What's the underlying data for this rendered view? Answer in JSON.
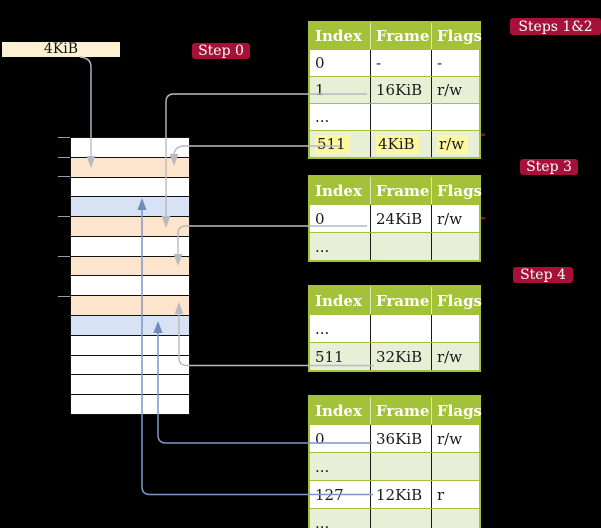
{
  "colors": {
    "background": "#000000",
    "free": "#ffffff",
    "warm": "#fce5cc",
    "cool": "#d7e3f4",
    "table_green": "#a4c239",
    "row_shade": "#e8efd7",
    "highlight_yellow": "#fcf8a2",
    "badge_red": "#a6113a",
    "gray_line": "#b9b9c1",
    "blue_line": "#7c97c7",
    "label_cream": "#fcf1d3"
  },
  "size_label": {
    "text": "4KiB"
  },
  "badges": {
    "step0": "Step 0",
    "steps12": "Steps 1&2",
    "step3": "Step 3",
    "step4": "Step 4"
  },
  "memory": {
    "frames": [
      {
        "fill": "free"
      },
      {
        "fill": "warm"
      },
      {
        "fill": "free"
      },
      {
        "fill": "cool"
      },
      {
        "fill": "warm"
      },
      {
        "fill": "free"
      },
      {
        "fill": "warm"
      },
      {
        "fill": "free"
      },
      {
        "fill": "warm"
      },
      {
        "fill": "cool"
      },
      {
        "fill": "free"
      },
      {
        "fill": "free"
      },
      {
        "fill": "free"
      },
      {
        "fill": "free"
      }
    ]
  },
  "tables": [
    {
      "name": "page-table-steps-1-2",
      "headers": [
        "Index",
        "Frame",
        "Flags"
      ],
      "rows": [
        {
          "cells": [
            "0",
            "-",
            "-"
          ],
          "shade": false,
          "highlight": false
        },
        {
          "cells": [
            "1",
            "16KiB",
            "r/w"
          ],
          "shade": true,
          "highlight": false
        },
        {
          "cells": [
            "...",
            "",
            ""
          ],
          "shade": false,
          "highlight": false
        },
        {
          "cells": [
            "511",
            "4KiB",
            "r/w"
          ],
          "shade": true,
          "highlight": true
        }
      ]
    },
    {
      "name": "page-table-step-3",
      "headers": [
        "Index",
        "Frame",
        "Flags"
      ],
      "rows": [
        {
          "cells": [
            "0",
            "24KiB",
            "r/w"
          ],
          "shade": false,
          "highlight": false
        },
        {
          "cells": [
            "...",
            "",
            ""
          ],
          "shade": true,
          "highlight": false
        }
      ]
    },
    {
      "name": "page-table-step-4-upper",
      "headers": [
        "Index",
        "Frame",
        "Flags"
      ],
      "rows": [
        {
          "cells": [
            "...",
            "",
            ""
          ],
          "shade": false,
          "highlight": false
        },
        {
          "cells": [
            "511",
            "32KiB",
            "r/w"
          ],
          "shade": true,
          "highlight": false
        }
      ]
    },
    {
      "name": "page-table-step-4-lower",
      "headers": [
        "Index",
        "Frame",
        "Flags"
      ],
      "rows": [
        {
          "cells": [
            "0",
            "36KiB",
            "r/w"
          ],
          "shade": false,
          "highlight": false
        },
        {
          "cells": [
            "...",
            "",
            ""
          ],
          "shade": true,
          "highlight": false
        },
        {
          "cells": [
            "127",
            "12KiB",
            "r"
          ],
          "shade": false,
          "highlight": false
        },
        {
          "cells": [
            "...",
            "",
            ""
          ],
          "shade": true,
          "highlight": false
        }
      ]
    }
  ]
}
